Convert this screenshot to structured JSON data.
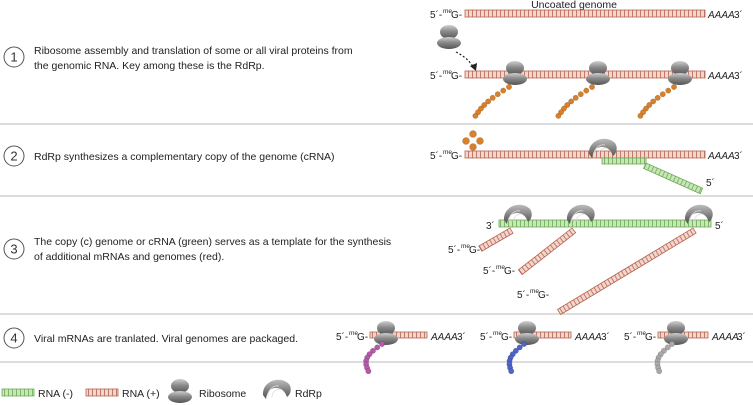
{
  "genome_title": "Uncoated genome",
  "labels": {
    "five_prime": "5´-",
    "cap": "me",
    "cap_g": "G-",
    "poly_a": "AAAA",
    "three_prime": " 3´",
    "strand_5": "5´",
    "strand_3": "3´"
  },
  "steps": [
    {
      "number": "1",
      "lines": [
        "Ribosome assembly and translation of some or all viral proteins from",
        "the genomic RNA. Key among these is the RdRp."
      ]
    },
    {
      "number": "2",
      "lines": [
        "RdRp synthesizes a complementary copy of the genome (cRNA)"
      ]
    },
    {
      "number": "3",
      "lines": [
        "The copy (c) genome or cRNA (green) serves as a template for the synthesis",
        "of additional mRNAs and genomes (red)."
      ]
    },
    {
      "number": "4",
      "lines": [
        "Viral mRNAs are tranlated. Viral genomes are packaged."
      ]
    }
  ],
  "legend": [
    {
      "key": "rna_minus",
      "label": "RNA (-)"
    },
    {
      "key": "rna_plus",
      "label": "RNA (+)"
    },
    {
      "key": "ribosome",
      "label": "Ribosome"
    },
    {
      "key": "rdrp",
      "label": "RdRp"
    }
  ],
  "colors": {
    "rna_plus_fill": "#f2d6ce",
    "rna_plus_stroke": "#b5624e",
    "rna_minus_fill": "#c8e6b8",
    "rna_minus_stroke": "#6aaa55",
    "protein_orange": "#d9802a",
    "protein_purple": "#b45aa6",
    "protein_blue": "#4f63c8",
    "protein_gray": "#a9a9a9",
    "ribosome": "#7a7a7a",
    "divider": "#bbbbbb"
  }
}
